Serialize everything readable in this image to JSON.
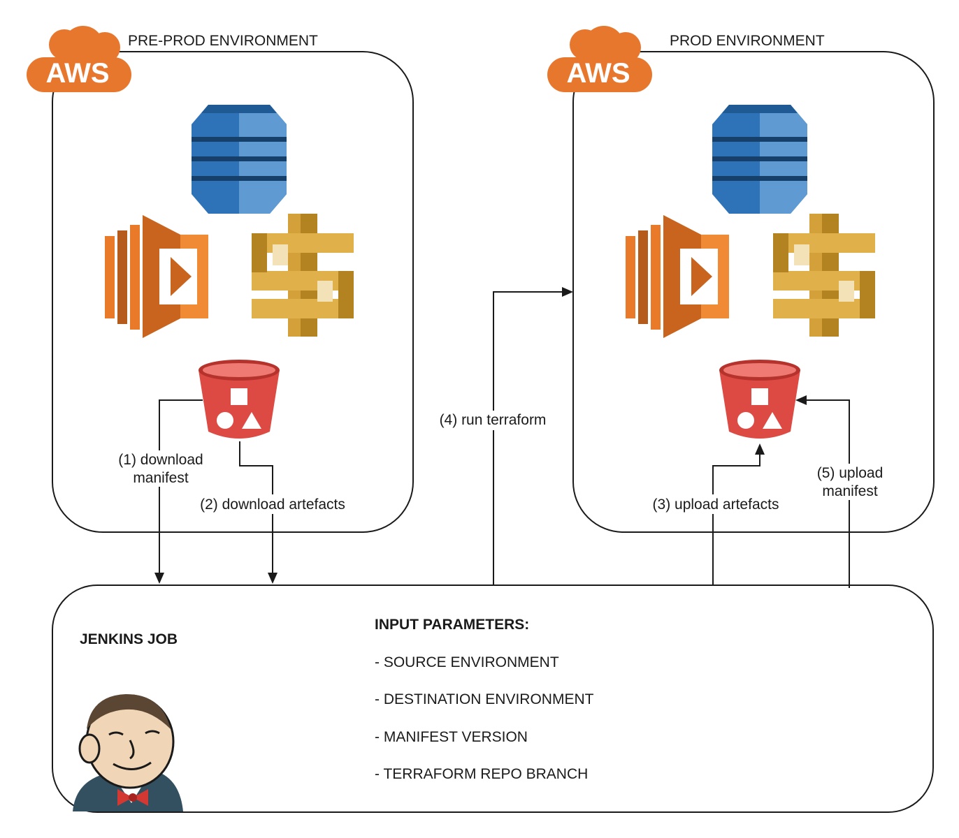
{
  "environments": {
    "preprod": {
      "title": "PRE-PROD ENVIRONMENT",
      "cloud_label": "AWS",
      "icons": [
        "dynamodb-icon",
        "lambda-icon",
        "api-gateway-icon",
        "s3-bucket-icon"
      ]
    },
    "prod": {
      "title": "PROD ENVIRONMENT",
      "cloud_label": "AWS",
      "icons": [
        "dynamodb-icon",
        "lambda-icon",
        "api-gateway-icon",
        "s3-bucket-icon"
      ]
    }
  },
  "edges": [
    {
      "step": 1,
      "line1": "(1) download",
      "line2": "manifest"
    },
    {
      "step": 2,
      "label": "(2) download artefacts"
    },
    {
      "step": 3,
      "label": "(3) upload artefacts"
    },
    {
      "step": 4,
      "label": "(4) run terraform"
    },
    {
      "step": 5,
      "line1": "(5) upload",
      "line2": "manifest"
    }
  ],
  "jenkins": {
    "title": "JENKINS JOB",
    "icon": "jenkins-butler-icon",
    "params_heading": "INPUT PARAMETERS:",
    "params": [
      "- SOURCE ENVIRONMENT",
      "- DESTINATION ENVIRONMENT",
      "- MANIFEST VERSION",
      "- TERRAFORM REPO BRANCH"
    ]
  },
  "colors": {
    "aws_orange": "#e8772e",
    "dynamodb_blue": "#2e73b8",
    "lambda_orange": "#e87a2a",
    "apigw_gold": "#d4a03a",
    "s3_red": "#dd4a43",
    "jenkins_red": "#d33833"
  }
}
